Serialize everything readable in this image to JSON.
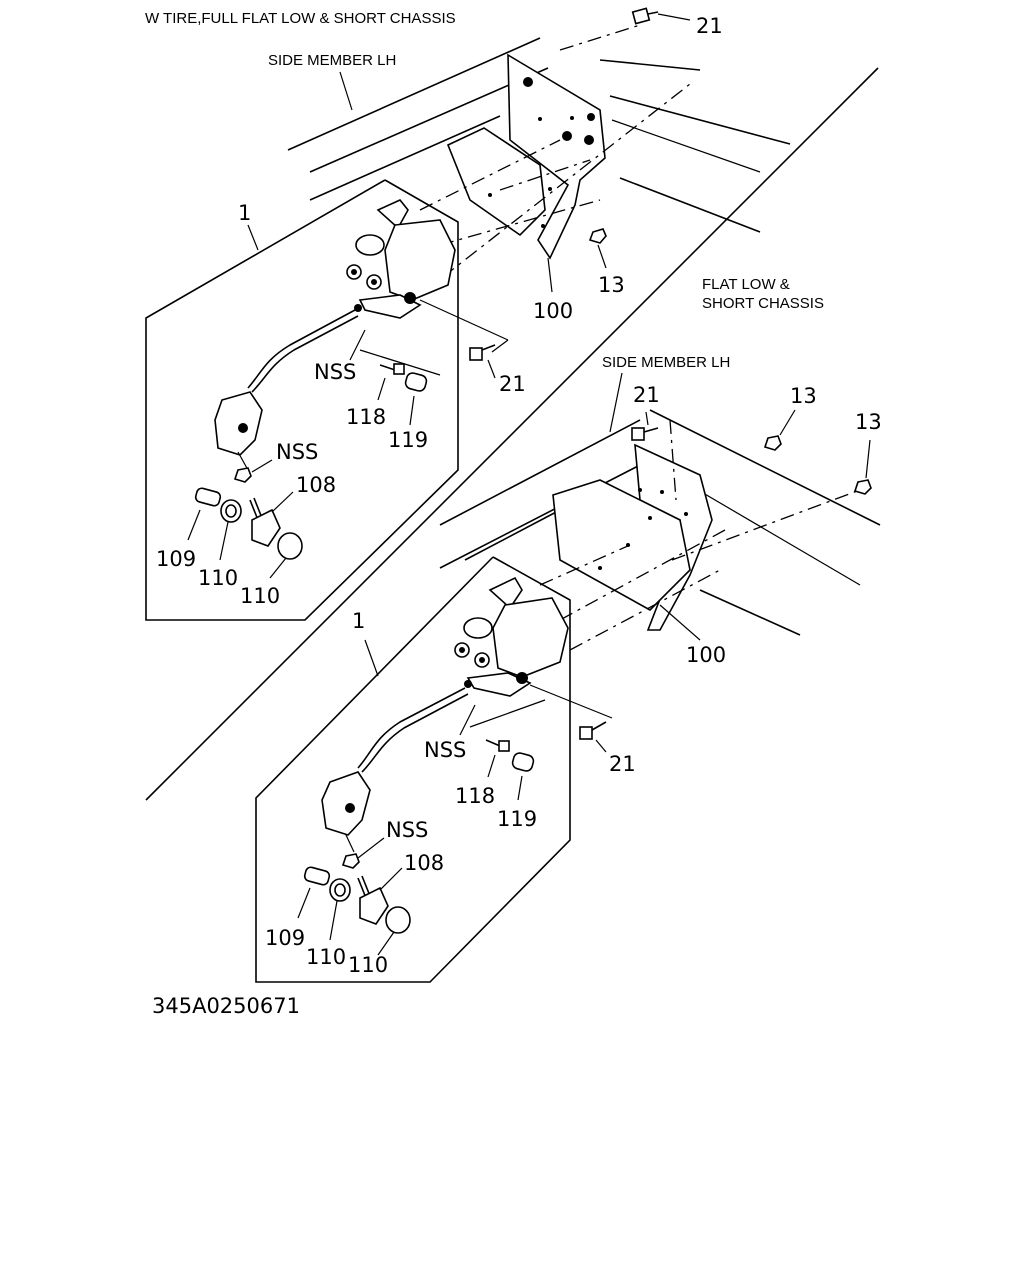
{
  "header": {
    "title": "W TIRE,FULL FLAT LOW & SHORT CHASSIS",
    "drawing_number": "345A0250671"
  },
  "upper_view": {
    "side_member": "SIDE MEMBER LH",
    "callouts": {
      "c21_top": "21",
      "c1": "1",
      "c13": "13",
      "c100": "100",
      "nss_a": "NSS",
      "c21_mid": "21",
      "c118": "118",
      "c119": "119",
      "nss_b": "NSS",
      "c108": "108",
      "c109": "109",
      "c110_a": "110",
      "c110_b": "110"
    }
  },
  "lower_view": {
    "section_label_line1": "FLAT LOW &",
    "section_label_line2": "SHORT CHASSIS",
    "side_member": "SIDE MEMBER LH",
    "callouts": {
      "c21_top": "21",
      "c13_a": "13",
      "c13_b": "13",
      "c1": "1",
      "c100": "100",
      "c21_mid": "21",
      "nss_a": "NSS",
      "c118": "118",
      "c119": "119",
      "nss_b": "NSS",
      "c108": "108",
      "c109": "109",
      "c110_a": "110",
      "c110_b": "110"
    }
  }
}
